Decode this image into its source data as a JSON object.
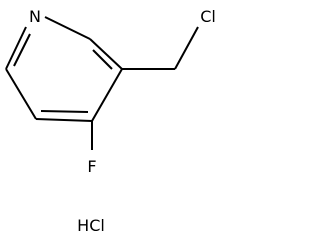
{
  "structure": {
    "atoms": {
      "nitrogen": "N",
      "chlorine": "Cl",
      "fluorine": "F"
    },
    "counterion": "HCl",
    "colors": {
      "bond": "#000000",
      "text": "#000000",
      "background": "#ffffff"
    }
  }
}
